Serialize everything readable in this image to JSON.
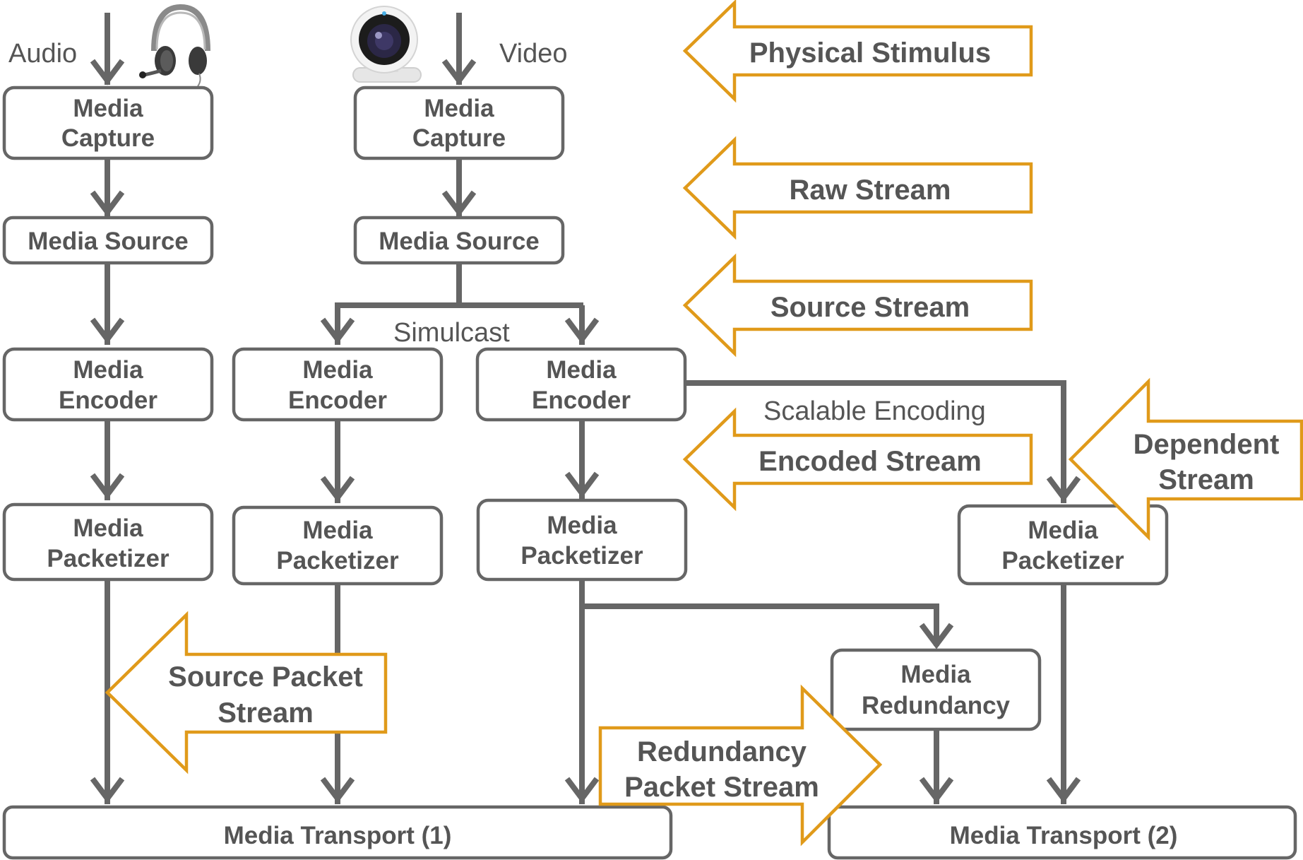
{
  "inputs": {
    "audio": "Audio",
    "video": "Video"
  },
  "icons": {
    "headset": "headset-icon",
    "webcam": "webcam-icon"
  },
  "nodes": {
    "audio_capture": [
      "Media",
      "Capture"
    ],
    "video_capture": [
      "Media",
      "Capture"
    ],
    "audio_source": [
      "Media Source"
    ],
    "video_source": [
      "Media Source"
    ],
    "audio_encoder": [
      "Media",
      "Encoder"
    ],
    "simulcast_encoder_1": [
      "Media",
      "Encoder"
    ],
    "simulcast_encoder_2": [
      "Media",
      "Encoder"
    ],
    "audio_packetizer": [
      "Media",
      "Packetizer"
    ],
    "simulcast_packetizer_1": [
      "Media",
      "Packetizer"
    ],
    "simulcast_packetizer_2": [
      "Media",
      "Packetizer"
    ],
    "scalable_packetizer": [
      "Media",
      "Packetizer"
    ],
    "media_redundancy": [
      "Media",
      "Redundancy"
    ],
    "transport_1": [
      "Media Transport (1)"
    ],
    "transport_2": [
      "Media Transport (2)"
    ]
  },
  "labels": {
    "simulcast": "Simulcast",
    "scalable_encoding": "Scalable Encoding"
  },
  "callouts": {
    "physical_stimulus": [
      "Physical Stimulus"
    ],
    "raw_stream": [
      "Raw Stream"
    ],
    "source_stream": [
      "Source Stream"
    ],
    "encoded_stream": [
      "Encoded Stream"
    ],
    "dependent_stream": [
      "Dependent",
      "Stream"
    ],
    "source_packet_stream": [
      "Source Packet",
      "Stream"
    ],
    "redundancy_packet_stream": [
      "Redundancy",
      "Packet Stream"
    ]
  },
  "colors": {
    "box_stroke": "#666666",
    "text": "#555555",
    "callout_stroke": "#e09a1a"
  }
}
